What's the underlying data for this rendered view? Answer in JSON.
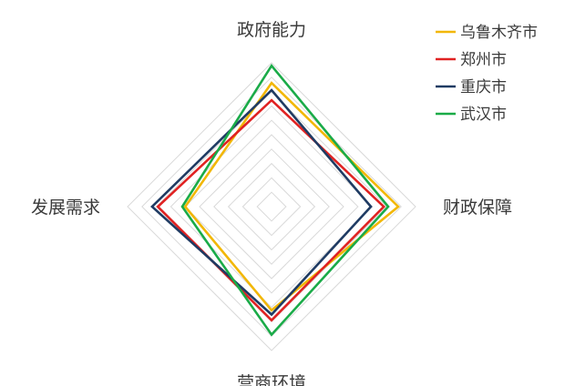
{
  "chart_data": {
    "type": "radar",
    "axes": [
      "政府能力",
      "财政保障",
      "营商环境",
      "发展需求"
    ],
    "series": [
      {
        "name": "乌鲁木齐市",
        "values": [
          86,
          88,
          72,
          60
        ],
        "color": "#f2b705"
      },
      {
        "name": "郑州市",
        "values": [
          74,
          78,
          79,
          79
        ],
        "color": "#e02222"
      },
      {
        "name": "重庆市",
        "values": [
          81,
          69,
          75,
          83
        ],
        "color": "#1f3b63"
      },
      {
        "name": "武汉市",
        "values": [
          98,
          81,
          89,
          62
        ],
        "color": "#1aab48"
      }
    ],
    "range": [
      0,
      100
    ],
    "grid_levels": 10,
    "grid": true,
    "legend_position": "top-right",
    "grid_color": "#d9d9d9"
  }
}
